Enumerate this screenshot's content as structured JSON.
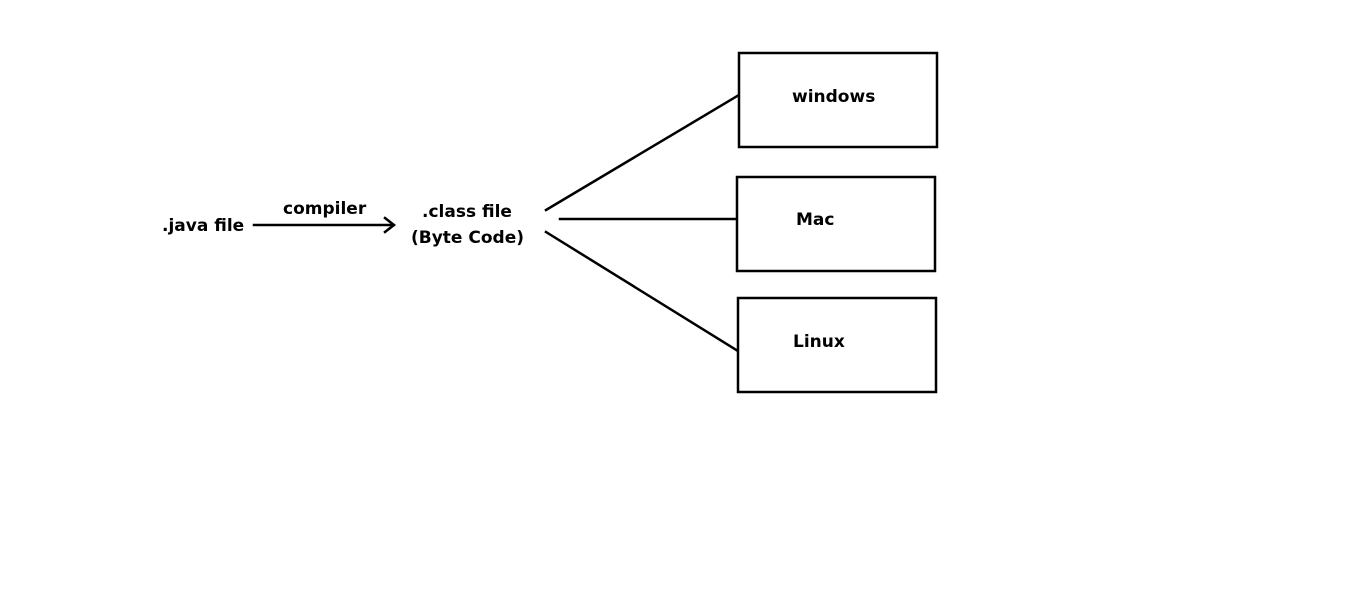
{
  "diagram": {
    "source_label": ".java file",
    "arrow_label": "compiler",
    "bytecode_label_line1": ".class file",
    "bytecode_label_line2": "(Byte Code)",
    "targets": [
      {
        "label": "windows"
      },
      {
        "label": "Mac"
      },
      {
        "label": "Linux"
      }
    ]
  },
  "colors": {
    "stroke": "#000000",
    "background": "#ffffff"
  }
}
